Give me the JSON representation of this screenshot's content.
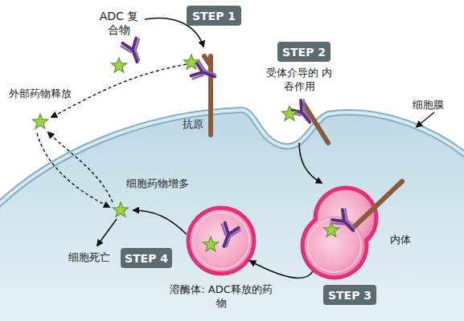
{
  "diagram": {
    "nodes": [
      {
        "text": [
          "STEP 1"
        ]
      },
      {
        "text": [
          "STEP 2"
        ]
      },
      {
        "text": [
          "内体"
        ]
      },
      {
        "text": [
          "STEP 4"
        ]
      },
      {
        "text": [
          "溶酶体: ADC释放的药物"
        ]
      },
      {
        "text": [
          "STEP 3"
        ]
      }
    ],
    "edges": [
      {
        "from": 2,
        "to": 4,
        "arrow": "to"
      }
    ],
    "labels": [
      "ADC 复合物",
      "外部药物释放",
      "抗原",
      "受体介导的 内吞作用",
      "细胞膜",
      "细胞药物增多",
      "细胞死亡"
    ]
  }
}
